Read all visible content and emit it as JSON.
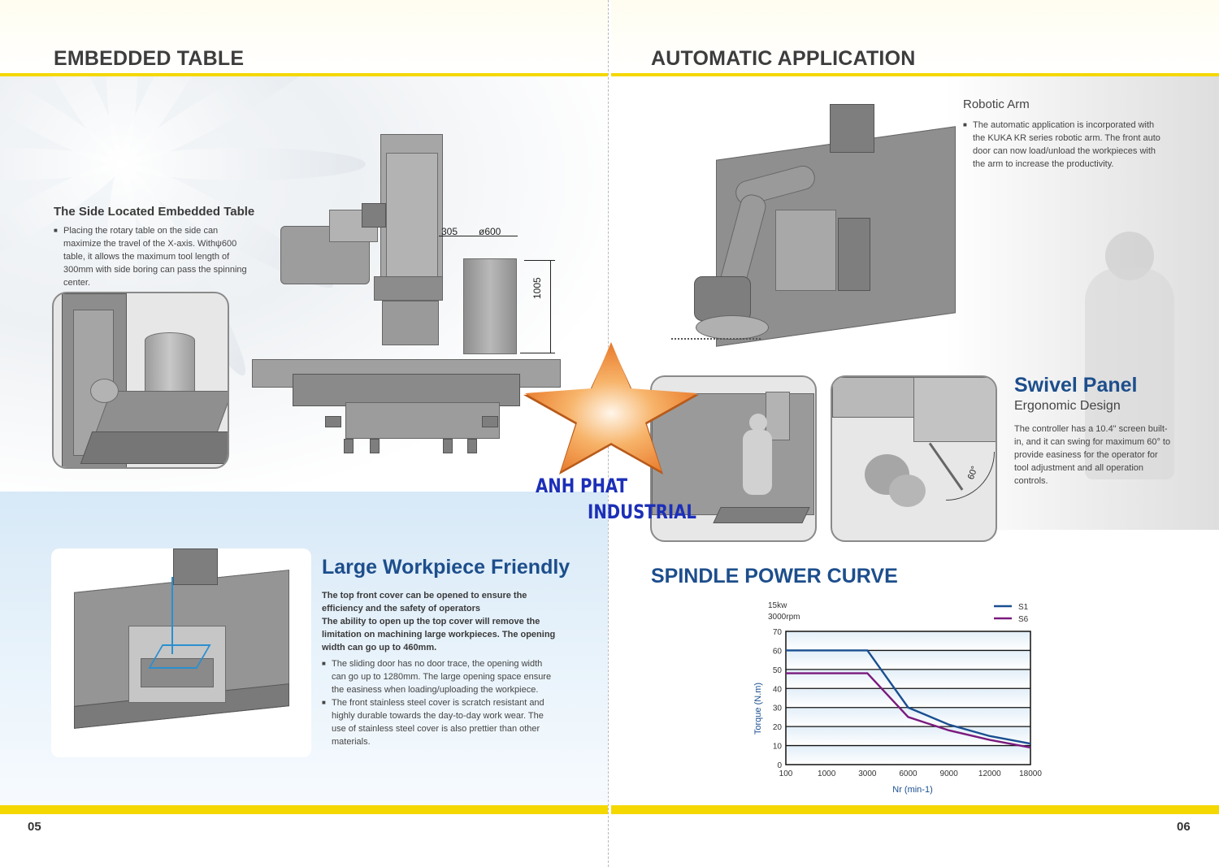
{
  "left_page": {
    "section_title": "EMBEDDED TABLE",
    "page_number": "05",
    "side_table": {
      "title": "The Side Located Embedded Table",
      "text": "Placing the rotary table on the side can maximize the travel of the X-axis. Withψ600 table, it allows the maximum tool length of 300mm with side boring can pass the spinning center."
    },
    "dimensions": {
      "d305": "305",
      "d600": "ø600",
      "d1005": "1005"
    },
    "large_workpiece": {
      "title": "Large Workpiece Friendly",
      "bold_text_1": "The top front cover can be opened to ensure the efficiency and the safety of operators",
      "bold_text_2": "The ability to open up the top cover will remove the limitation on machining large workpieces. The opening width can go up to 460mm.",
      "bullet_1": "The sliding door has no door trace, the opening width can go up to 1280mm. The large opening space ensure the easiness when loading/uploading the workpiece.",
      "bullet_2": "The front stainless steel cover is scratch resistant and highly durable towards the day-to-day work wear. The use of stainless steel cover is also prettier than other materials."
    }
  },
  "right_page": {
    "section_title": "AUTOMATIC APPLICATION",
    "page_number": "06",
    "robotic_arm": {
      "title": "Robotic Arm",
      "text": "The automatic application is incorporated with the KUKA KR series robotic arm. The front auto door can now load/unload the workpieces with the arm to increase the productivity."
    },
    "swivel_panel": {
      "title": "Swivel Panel",
      "subtitle": "Ergonomic Design",
      "text": "The controller has a 10.4\" screen built-in, and it can swing for maximum 60°  to provide easiness for the operator for tool adjustment and all operation controls.",
      "angle_label": "60°"
    },
    "spindle_title": "SPINDLE POWER CURVE"
  },
  "watermark": {
    "line1": "ANH PHAT",
    "line2": "INDUSTRIAL"
  },
  "colors": {
    "accent_yellow": "#f4d800",
    "title_blue": "#1d4e8c",
    "s1": "#1a4f91",
    "s6": "#7a1a7d",
    "watermark_blue": "#1c2fb8",
    "star_orange": "#f39a3c"
  },
  "chart_data": {
    "type": "line",
    "annotation_power": "15kw",
    "annotation_speed": "3000rpm",
    "xlabel": "Nr (min-1)",
    "ylabel": "Torque (N.m)",
    "x": [
      "100",
      "1000",
      "3000",
      "6000",
      "9000",
      "12000",
      "18000"
    ],
    "yticks": [
      "0",
      "10",
      "20",
      "30",
      "40",
      "50",
      "60",
      "70"
    ],
    "ylim": [
      0,
      70
    ],
    "grid": true,
    "legend_position": "top-right",
    "series": [
      {
        "name": "S1",
        "values": [
          60,
          60,
          60,
          30,
          21,
          15,
          11
        ]
      },
      {
        "name": "S6",
        "values": [
          48,
          48,
          48,
          25,
          18,
          13,
          9
        ]
      }
    ]
  }
}
